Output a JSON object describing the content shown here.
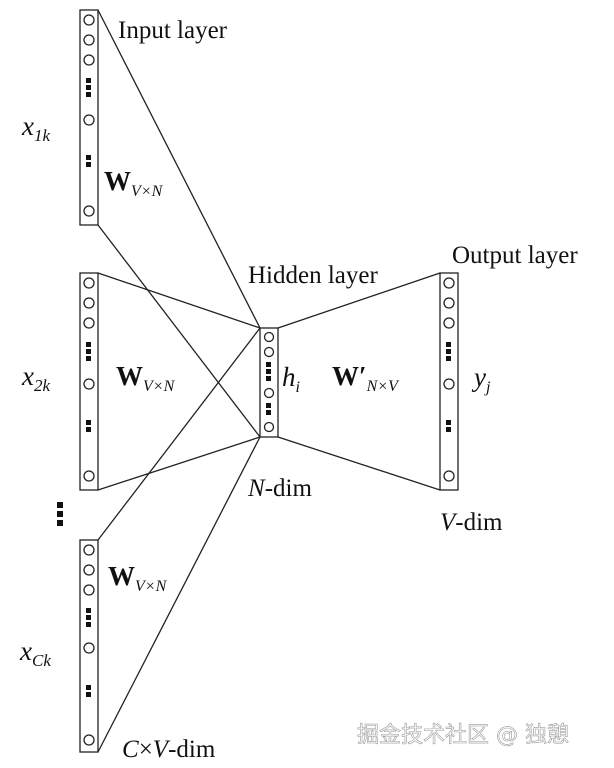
{
  "labels": {
    "input_layer": "Input layer",
    "hidden_layer": "Hidden layer",
    "output_layer": "Output layer",
    "n_dim_italic": "N",
    "n_dim_rest": "-dim",
    "v_dim_italic": "V",
    "v_dim_rest": "-dim",
    "cv_dim_c": "C",
    "cv_dim_times": "×",
    "cv_dim_v": "V",
    "cv_dim_rest": "-dim"
  },
  "inputs": [
    {
      "base": "x",
      "sub": "1k"
    },
    {
      "base": "x",
      "sub": "2k"
    },
    {
      "base": "x",
      "sub": "Ck"
    }
  ],
  "weights": {
    "input_weight_bold": "W",
    "input_weight_sub": "V×N",
    "output_weight_bold": "W′",
    "output_weight_sub": "N×V"
  },
  "hidden": {
    "base": "h",
    "sub": "i"
  },
  "output": {
    "base": "y",
    "sub": "j"
  },
  "watermark": "掘金技术社区 @ 独憩"
}
